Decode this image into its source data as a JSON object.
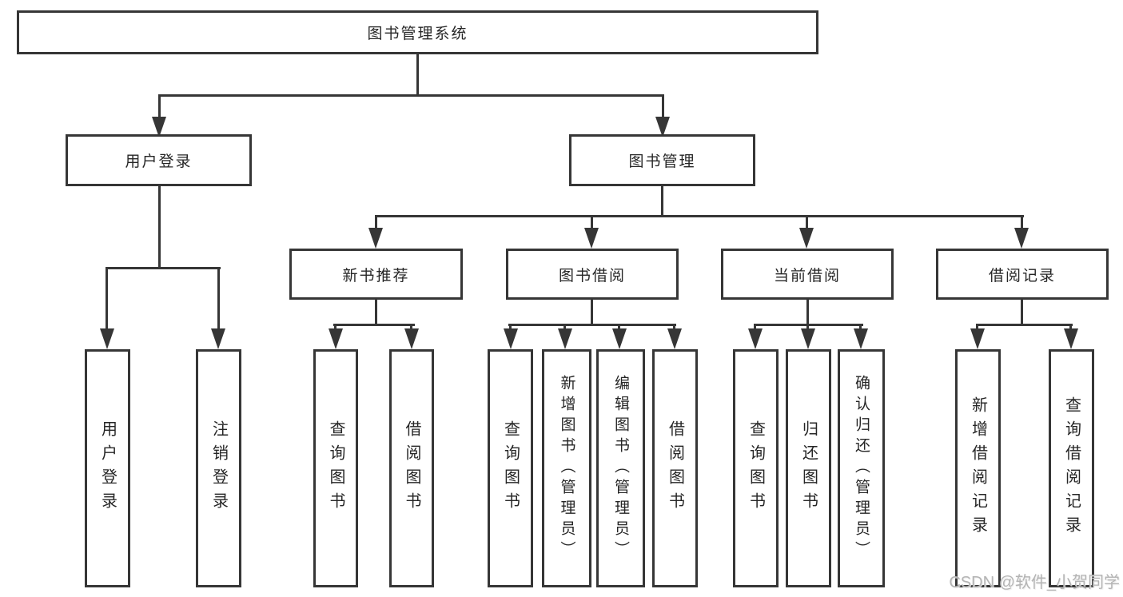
{
  "colors": {
    "line": "#363636",
    "box_border": "#363636",
    "text": "#262626",
    "background": "#ffffff",
    "watermark": "#b4b4b4"
  },
  "nodes": {
    "root": {
      "label": "图书管理系统"
    },
    "user_login": {
      "label": "用户登录",
      "children": [
        "用户登录",
        "注销登录"
      ]
    },
    "book_mgmt": {
      "label": "图书管理"
    },
    "new_book": {
      "label": "新书推荐",
      "children": [
        "查询图书",
        "借阅图书"
      ]
    },
    "book_borrow": {
      "label": "图书借阅",
      "children": [
        "查询图书",
        "新增图书（管理员）",
        "编辑图书（管理员）",
        "借阅图书"
      ]
    },
    "current_borrow": {
      "label": "当前借阅",
      "children": [
        "查询图书",
        "归还图书",
        "确认归还（管理员）"
      ]
    },
    "borrow_records": {
      "label": "借阅记录",
      "children": [
        "新增借阅记录",
        "查询借阅记录"
      ]
    }
  },
  "watermark": {
    "text": "CSDN @软件_小贺同学"
  }
}
